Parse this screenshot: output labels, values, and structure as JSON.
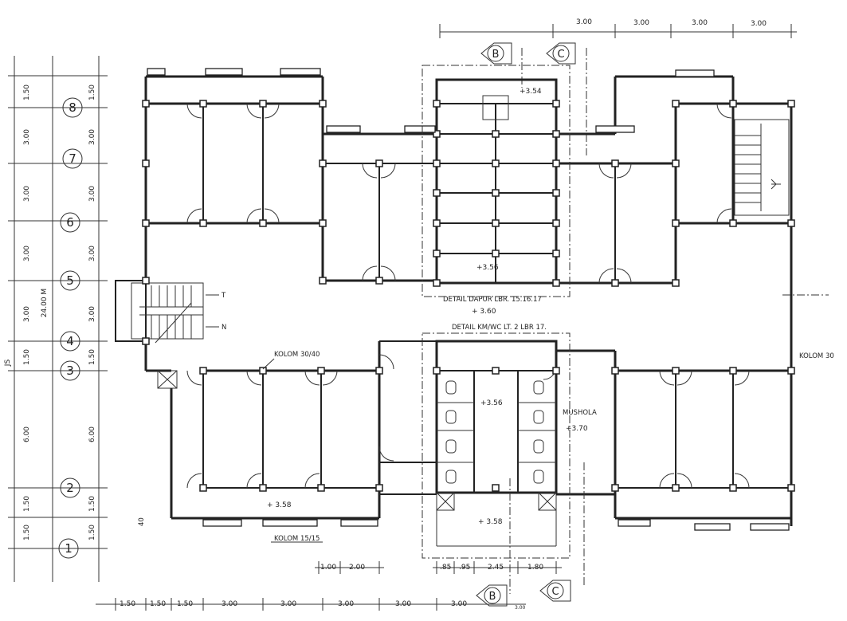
{
  "grid_markers": [
    {
      "id": "g8",
      "label": "8"
    },
    {
      "id": "g7",
      "label": "7"
    },
    {
      "id": "g6",
      "label": "6"
    },
    {
      "id": "g5",
      "label": "5"
    },
    {
      "id": "g4",
      "label": "4"
    },
    {
      "id": "g3",
      "label": "3"
    },
    {
      "id": "g2",
      "label": "2"
    },
    {
      "id": "g1",
      "label": "1"
    }
  ],
  "left_dims_outer": [
    "1.50",
    "3.00",
    "3.00",
    "3.00",
    "3.00",
    "1.50",
    "6.00",
    "1.50",
    "1.50"
  ],
  "left_dims_inner": [
    "1.50",
    "3.00",
    "3.00",
    "3.00",
    "3.00",
    "1.50",
    "6.00",
    "1.50",
    "1.50"
  ],
  "total_length": "24.00 M",
  "edge_fragment": "JS",
  "top_dims": [
    "3.00",
    "3.00",
    "3.00",
    "3.00"
  ],
  "bottom_dims": [
    "1.50",
    "1.50",
    "1.50",
    "3.00",
    "3.00",
    "3.00",
    "3.00",
    "3.00",
    "3.00"
  ],
  "sub_dims_left": [
    "1.00",
    "2.00"
  ],
  "sub_dims_mid": [
    ".85",
    ".95",
    "2.45",
    "1.80"
  ],
  "section_markers": {
    "b": "B",
    "c": "C"
  },
  "levels": {
    "top_center": "+3.54",
    "upper_core": "+3.56",
    "corridor": "+ 3.60",
    "km_wc": "+3.56",
    "mushola": "+3.70",
    "bottom_left": "+ 3.58",
    "bottom_center": "+ 3.58"
  },
  "labels": {
    "detail_dapur": "DETAIL DAPUR LBR. 15.16.17",
    "detail_kmwc": "DETAIL KM/WC LT. 2  LBR 17.",
    "mushola": "MUSHOLA",
    "kolom_3040": "KOLOM 30/40",
    "kolom_1515": "KOLOM 15/15",
    "kolom_30": "KOLOM 30",
    "stair_t": "T",
    "stair_n": "N",
    "small_dim": "40"
  }
}
